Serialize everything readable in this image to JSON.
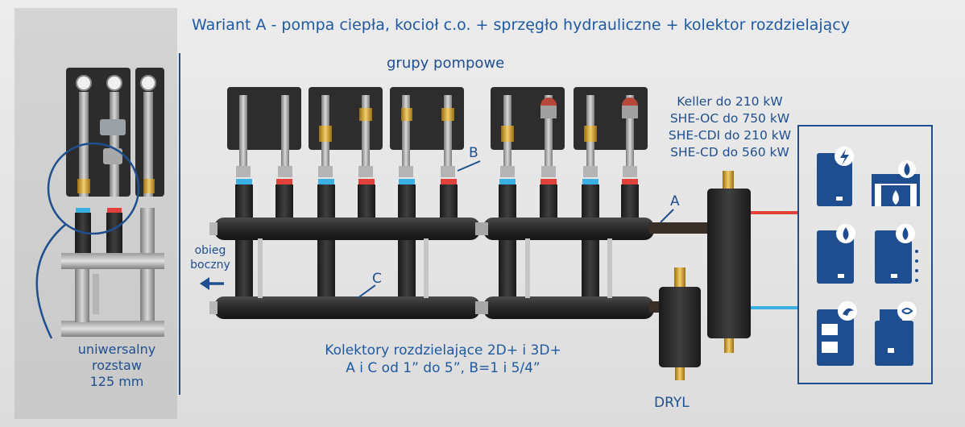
{
  "title": "Wariant A - pompa ciepła, kocioł c.o. + sprzęgło hydrauliczne + kolektor rozdzielający",
  "pump_groups_label": "grupy pompowe",
  "specs": [
    "Keller do 210 kW",
    "SHE-OC do 750 kW",
    "SHE-CDI do 210 kW",
    "SHE-CD do 560 kW"
  ],
  "side_outlet": {
    "line1": "obieg",
    "line2": "boczny",
    "icon": "arrow-left-icon"
  },
  "left_caption": {
    "line1": "uniwersalny",
    "line2": "rozstaw",
    "line3": "125 mm"
  },
  "collectors": {
    "line1": "Kolektory rozdzielające 2D+ i 3D+",
    "line2": "A i C od 1” do 5”, B=1 i 5/4”"
  },
  "letters": {
    "a": "A",
    "b": "B",
    "c": "C"
  },
  "separator_label": "DRYL",
  "colors": {
    "accent": "#1f4f8f",
    "hot": "#e2403a",
    "cold": "#3ab0e2",
    "device": "#1e4e8f",
    "insulation": "#2a2a2a"
  },
  "devices": [
    {
      "icon": "electric-heat-pump-icon"
    },
    {
      "icon": "fireplace-icon"
    },
    {
      "icon": "gas-boiler-icon"
    },
    {
      "icon": "condensing-boiler-icon"
    },
    {
      "icon": "solid-fuel-boiler-icon"
    },
    {
      "icon": "pellet-boiler-icon"
    }
  ]
}
